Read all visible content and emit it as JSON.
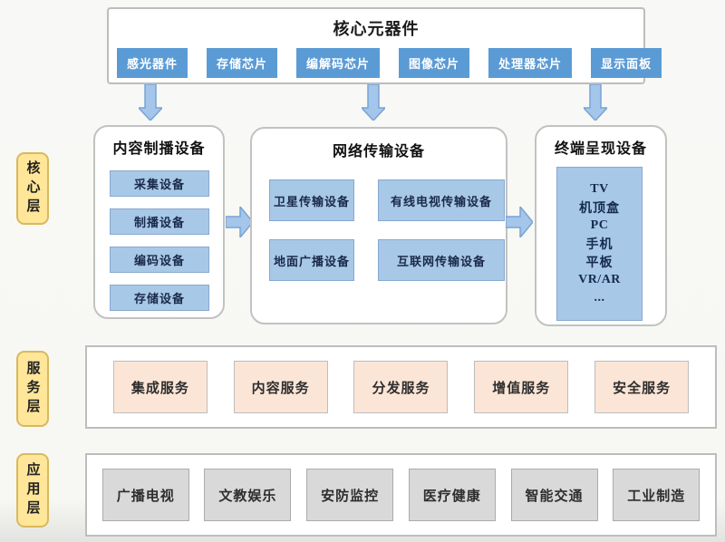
{
  "diagram": {
    "core_components": {
      "title": "核心元器件",
      "chips": [
        "感光器件",
        "存储芯片",
        "编解码芯片",
        "图像芯片",
        "处理器芯片",
        "显示面板"
      ]
    },
    "core_layer": {
      "label": "核心层",
      "content_production": {
        "title": "内容制播设备",
        "items": [
          "采集设备",
          "制播设备",
          "编码设备",
          "存储设备"
        ]
      },
      "network_transmission": {
        "title": "网络传输设备",
        "items": [
          "卫星传输设备",
          "有线电视传输设备",
          "地面广播设备",
          "互联网传输设备"
        ]
      },
      "terminal_presentation": {
        "title": "终端呈现设备",
        "items": [
          "TV",
          "机顶盒",
          "PC",
          "手机",
          "平板",
          "VR/AR",
          "..."
        ]
      }
    },
    "service_layer": {
      "label": "服务层",
      "items": [
        "集成服务",
        "内容服务",
        "分发服务",
        "增值服务",
        "安全服务"
      ]
    },
    "application_layer": {
      "label": "应用层",
      "items": [
        "广播电视",
        "文教娱乐",
        "安防监控",
        "医疗健康",
        "智能交通",
        "工业制造"
      ]
    },
    "colors": {
      "chip_blue": "#5b9bd5",
      "item_light_blue": "#a8c8e8",
      "arrow_blue": "#a4c6ea",
      "label_yellow": "#ffe699",
      "service_peach": "#fbe5d6",
      "application_gray": "#d9d9d9"
    }
  }
}
